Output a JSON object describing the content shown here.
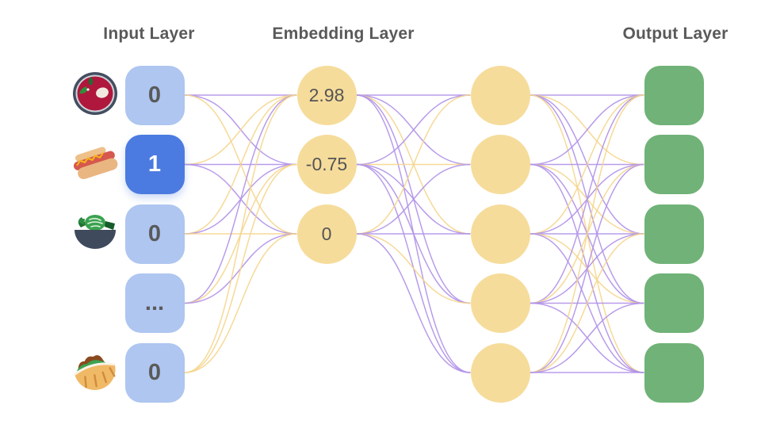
{
  "headings": {
    "input": "Input Layer",
    "embedding": "Embedding Layer",
    "output": "Output Layer"
  },
  "colors": {
    "input_fill": "#aec6f0",
    "active_fill": "#4b7be0",
    "node_yellow": "#f6dc9b",
    "node_green": "#70b277",
    "edge_purple": "#b091e8",
    "edge_yellow": "#f5d58c",
    "heading_text": "#595959",
    "value_text": "#5a5a5a"
  },
  "input_layer": {
    "nodes": [
      {
        "value": "0",
        "icon": "borscht-bowl",
        "active": false
      },
      {
        "value": "1",
        "icon": "hot-dog",
        "active": true
      },
      {
        "value": "0",
        "icon": "salad-bowl",
        "active": false
      },
      {
        "value": "...",
        "icon": null,
        "active": false
      },
      {
        "value": "0",
        "icon": "stuffed-flatbread",
        "active": false
      }
    ]
  },
  "embedding_layer": {
    "nodes": [
      {
        "value": "2.98"
      },
      {
        "value": "-0.75"
      },
      {
        "value": "0"
      }
    ]
  },
  "hidden_layer": {
    "node_count": 5
  },
  "output_layer": {
    "node_count": 5
  },
  "edges": {
    "purple_key": "p",
    "yellow_key": "y",
    "input_to_embedding": [
      [
        "p",
        "p",
        "y"
      ],
      [
        "y",
        "p",
        "p"
      ],
      [
        "y",
        "p",
        "y"
      ],
      [
        "p",
        "y",
        "p"
      ],
      [
        "y",
        "y",
        "y"
      ]
    ],
    "embedding_to_hidden": [
      [
        "p",
        "p",
        "y",
        "p",
        "p"
      ],
      [
        "p",
        "y",
        "p",
        "p",
        "p"
      ],
      [
        "y",
        "p",
        "p",
        "y",
        "p"
      ]
    ],
    "hidden_to_output": [
      [
        "p",
        "y",
        "p",
        "p",
        "y"
      ],
      [
        "p",
        "p",
        "y",
        "p",
        "p"
      ],
      [
        "y",
        "p",
        "p",
        "y",
        "p"
      ],
      [
        "p",
        "y",
        "p",
        "p",
        "p"
      ],
      [
        "y",
        "p",
        "y",
        "p",
        "p"
      ]
    ]
  }
}
